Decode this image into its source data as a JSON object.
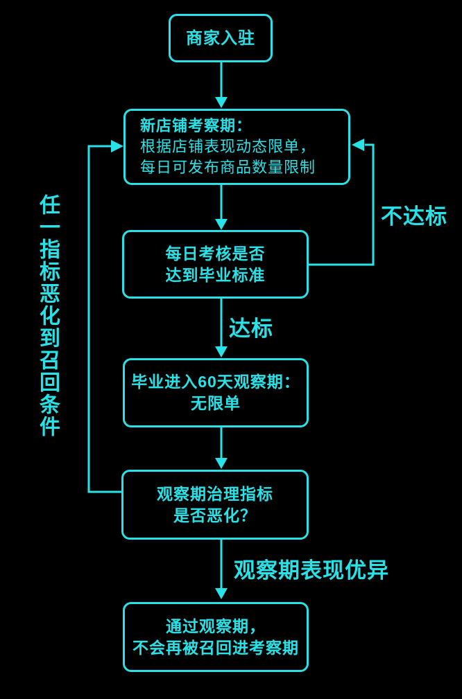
{
  "colors": {
    "accent": "#29e2e8",
    "background": "#000000"
  },
  "flowchart": {
    "nodes": {
      "entry": {
        "label": "商家入驻"
      },
      "probation": {
        "title": "新店铺考察期：",
        "line2": "根据店铺表现动态限单，",
        "line3": "每日可发布商品数量限制"
      },
      "daily_check": {
        "line1": "每日考核是否",
        "line2": "达到毕业标准"
      },
      "observation": {
        "line1": "毕业进入60天观察期：",
        "line2": "无限单"
      },
      "worsen_check": {
        "line1": "观察期治理指标",
        "line2": "是否恶化？"
      },
      "passed": {
        "line1": "通过观察期，",
        "line2": "不会再被召回进考察期"
      }
    },
    "edge_labels": {
      "not_reached": "不达标",
      "reached": "达标",
      "excellent": "观察期表现优异",
      "recall_condition": "任一指标恶化到召回条件"
    }
  }
}
